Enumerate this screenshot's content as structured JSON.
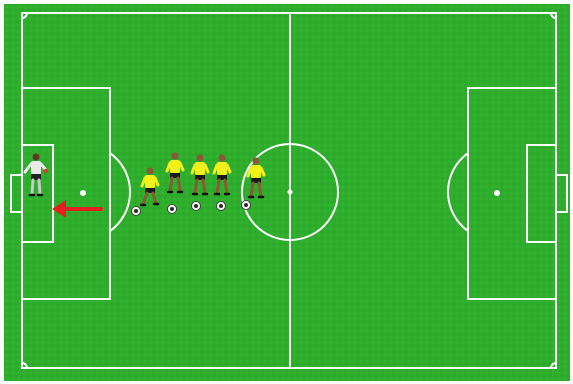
{
  "colors": {
    "grass": "#2fae2e",
    "grass_dark": "#259c24",
    "lines": "#ffffff",
    "jersey": "#f2f21a",
    "shorts": "#1a1a1a",
    "skin": "#8a5a34",
    "keeper_kit": "#e9e9e9",
    "arrow": "#e3201b",
    "ball": "#f5f5f5"
  },
  "drill": {
    "outfield_players": 5,
    "goalkeepers": 1,
    "balls": 5,
    "arrow": "pointing-left-toward-goalkeeper"
  },
  "icons": {
    "player": "player-icon",
    "goalkeeper": "goalkeeper-icon",
    "ball": "ball-icon",
    "arrow": "arrow-left-icon"
  }
}
